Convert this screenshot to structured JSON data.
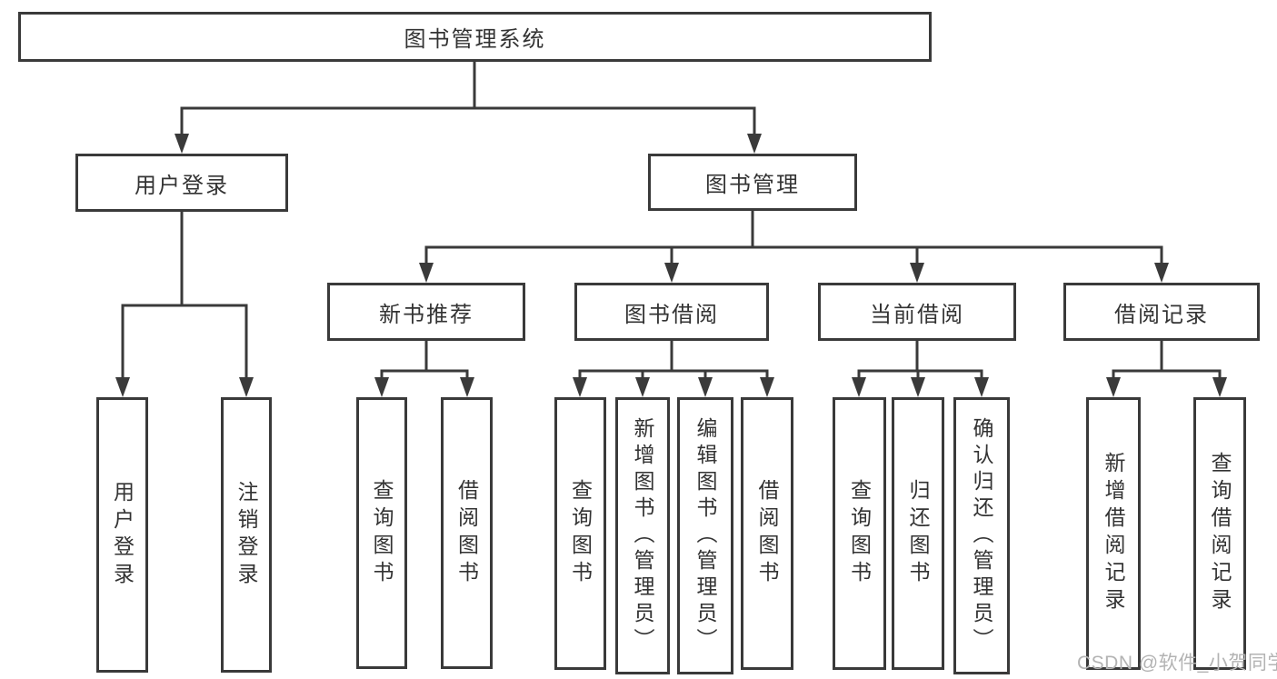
{
  "diagram": {
    "root": {
      "label": "图书管理系统"
    },
    "level2": [
      {
        "label": "用户登录"
      },
      {
        "label": "图书管理"
      }
    ],
    "level3": [
      {
        "label": "新书推荐"
      },
      {
        "label": "图书借阅"
      },
      {
        "label": "当前借阅"
      },
      {
        "label": "借阅记录"
      }
    ],
    "leaves": {
      "user_login": [
        {
          "label": "用户登录"
        },
        {
          "label": "注销登录"
        }
      ],
      "new_books": [
        {
          "label": "查询图书"
        },
        {
          "label": "借阅图书"
        }
      ],
      "book_borrow": [
        {
          "label": "查询图书"
        },
        {
          "label": "新增图书（管理员）"
        },
        {
          "label": "编辑图书（管理员）"
        },
        {
          "label": "借阅图书"
        }
      ],
      "current_borrow": [
        {
          "label": "查询图书"
        },
        {
          "label": "归还图书"
        },
        {
          "label": "确认归还（管理员）"
        }
      ],
      "borrow_records": [
        {
          "label": "新增借阅记录"
        },
        {
          "label": "查询借阅记录"
        }
      ]
    }
  },
  "watermark": {
    "text": "CSDN @软件_小贺同学"
  },
  "colors": {
    "line": "#3a3a3a",
    "text": "#333333",
    "watermark": "#b3b3b3",
    "background": "#ffffff"
  }
}
